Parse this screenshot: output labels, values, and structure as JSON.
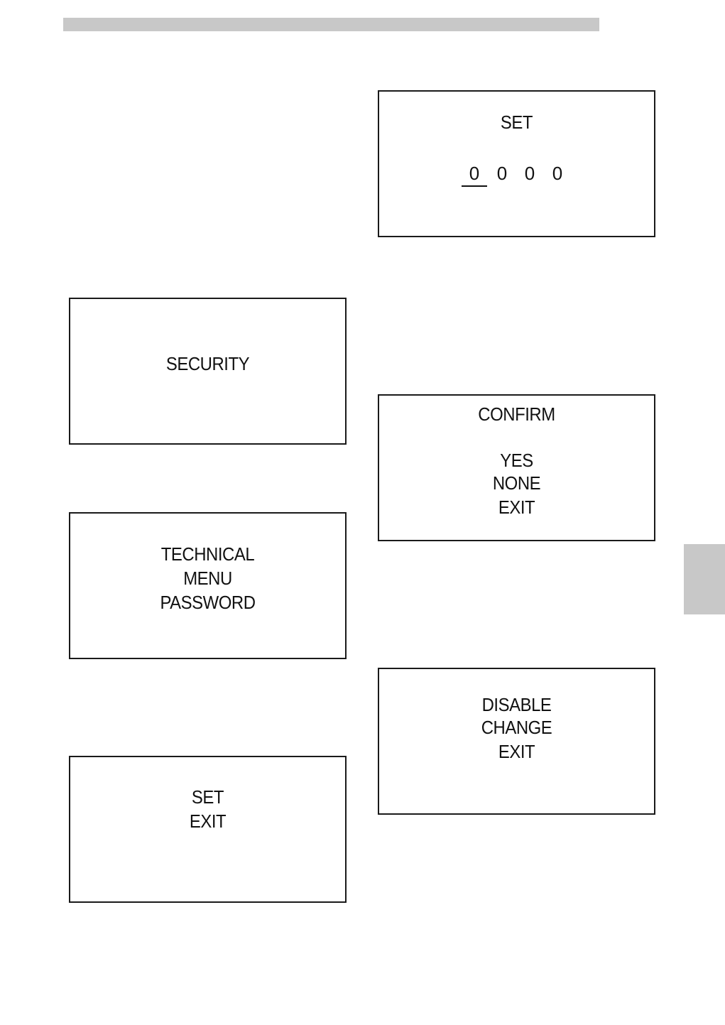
{
  "left_column": {
    "security_screen": {
      "title": "SECURITY"
    },
    "password_screen": {
      "lines": [
        "TECHNICAL",
        "MENU",
        "PASSWORD"
      ]
    },
    "set_exit_screen": {
      "options": [
        "SET",
        "EXIT"
      ]
    }
  },
  "right_column": {
    "set_code_screen": {
      "title": "SET",
      "digits": [
        "0",
        "0",
        "0",
        "0"
      ],
      "active_digit": 1
    },
    "confirm_screen": {
      "title": "CONFIRM",
      "options": [
        "YES",
        "NONE",
        "EXIT"
      ]
    },
    "disable_screen": {
      "options": [
        "DISABLE",
        "CHANGE",
        "EXIT"
      ]
    }
  }
}
